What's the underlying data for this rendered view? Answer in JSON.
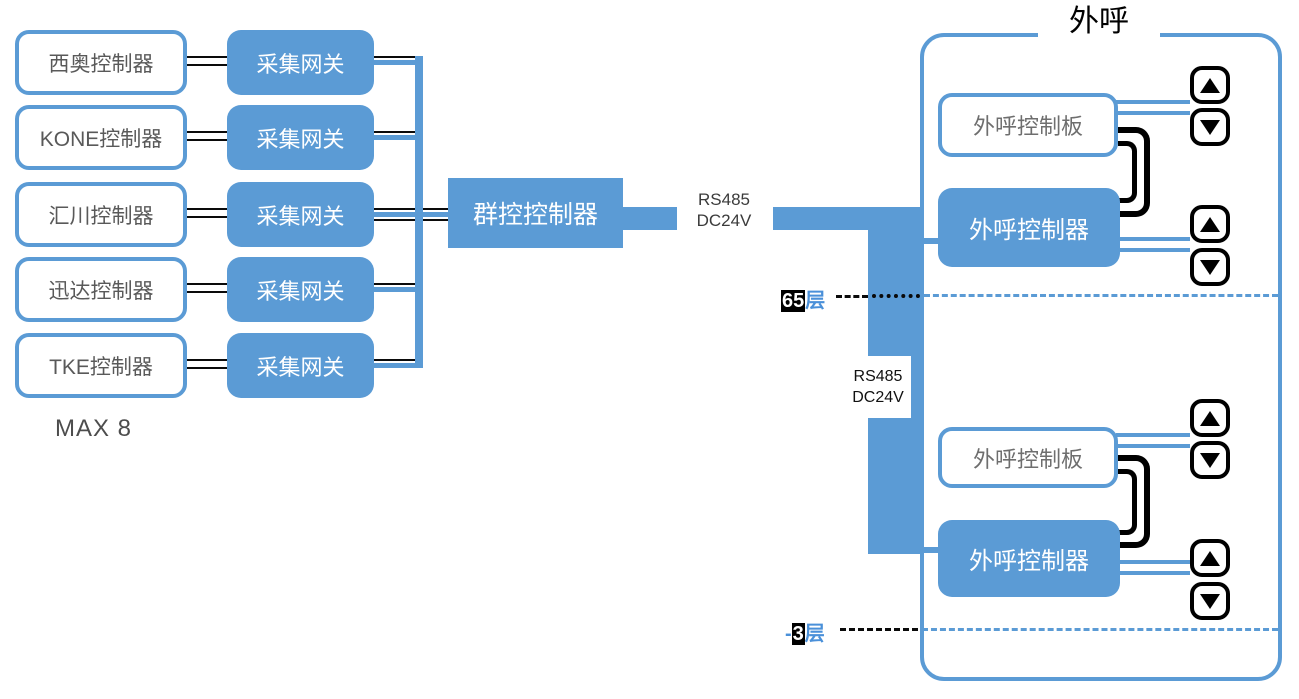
{
  "colors": {
    "accent_blue": "#5B9BD5",
    "box_text_gray": "#595959",
    "board_text_gray": "#6e6e6e",
    "black": "#000000"
  },
  "left_stack": {
    "controllers": [
      "西奥控制器",
      "KONE控制器",
      "汇川控制器",
      "迅达控制器",
      "TKE控制器"
    ],
    "gateway_label": "采集网关",
    "max_note": "MAX 8"
  },
  "middle": {
    "group_controller_label": "群控控制器",
    "link_label": {
      "line1": "RS485",
      "line2": "DC24V"
    }
  },
  "trunk": {
    "label": {
      "line1": "RS485",
      "line2": "DC24V"
    }
  },
  "right_panel": {
    "title": "外呼",
    "groups": [
      {
        "board_label": "外呼控制板",
        "controller_label": "外呼控制器"
      },
      {
        "board_label": "外呼控制板",
        "controller_label": "外呼控制器"
      }
    ],
    "floors": [
      {
        "prefix": "",
        "highlight": "65",
        "suffix": "层"
      },
      {
        "prefix": "-",
        "highlight": "3",
        "suffix": "层"
      }
    ]
  }
}
